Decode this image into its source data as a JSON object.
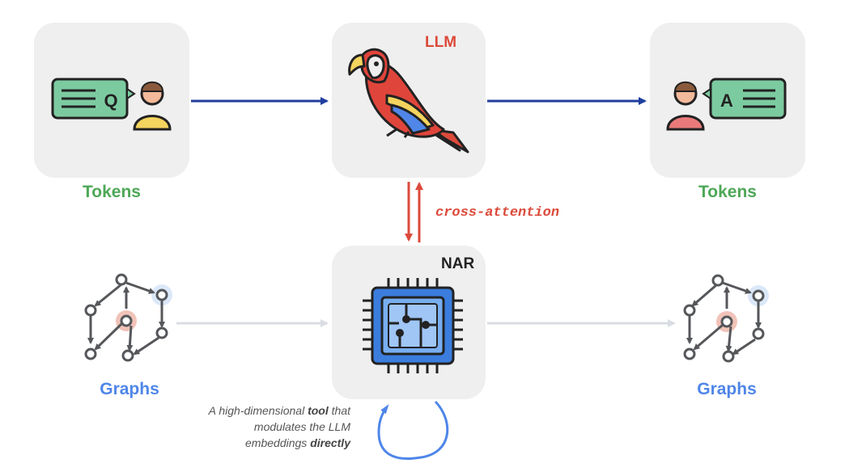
{
  "nodes": {
    "input": {
      "label": "Tokens"
    },
    "llm": {
      "title": "LLM"
    },
    "output": {
      "label": "Tokens"
    },
    "nar": {
      "title": "NAR"
    },
    "graph_in": {
      "label": "Graphs"
    },
    "graph_out": {
      "label": "Graphs"
    }
  },
  "icons": {
    "question": {
      "letter": "Q"
    },
    "answer": {
      "letter": "A"
    }
  },
  "edges": {
    "cross_attention": {
      "label": "cross-attention"
    }
  },
  "note": {
    "part1": "A high-dimensional ",
    "bold1": "tool",
    "part2": " that modulates the LLM embeddings ",
    "bold2": "directly"
  },
  "colors": {
    "token_arrow": "#1f3f9e",
    "cross_attention": "#dc4a3b",
    "graph_arrow": "#d9dde3",
    "loop": "#4f86e8",
    "tokens_label": "#4ea857",
    "graphs_label": "#4f86e8"
  }
}
